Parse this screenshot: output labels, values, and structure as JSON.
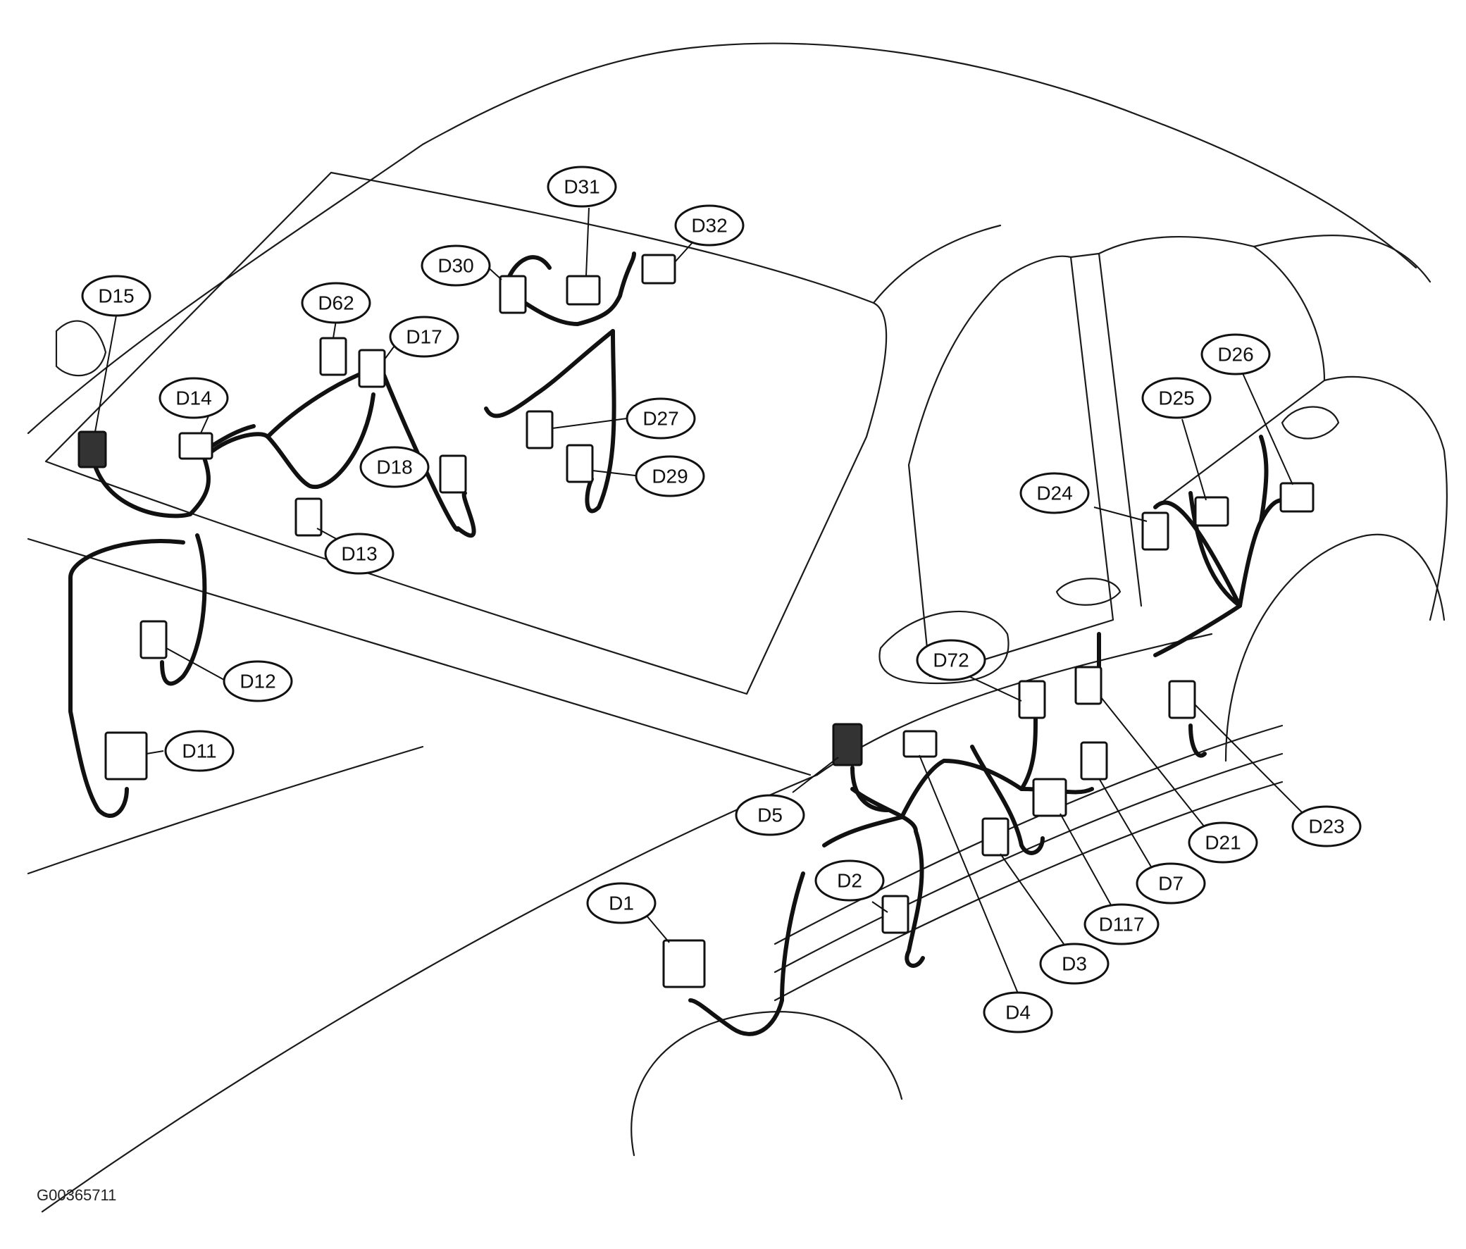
{
  "figure_id": "G00365711",
  "colors": {
    "line": "#111111",
    "background": "#ffffff",
    "dark_connector": "#333333"
  },
  "callouts": [
    {
      "id": "d15",
      "label": "D15"
    },
    {
      "id": "d14",
      "label": "D14"
    },
    {
      "id": "d62",
      "label": "D62"
    },
    {
      "id": "d17",
      "label": "D17"
    },
    {
      "id": "d18",
      "label": "D18"
    },
    {
      "id": "d13",
      "label": "D13"
    },
    {
      "id": "d12",
      "label": "D12"
    },
    {
      "id": "d11",
      "label": "D11"
    },
    {
      "id": "d30",
      "label": "D30"
    },
    {
      "id": "d31",
      "label": "D31"
    },
    {
      "id": "d32",
      "label": "D32"
    },
    {
      "id": "d27",
      "label": "D27"
    },
    {
      "id": "d29",
      "label": "D29"
    },
    {
      "id": "d24",
      "label": "D24"
    },
    {
      "id": "d25",
      "label": "D25"
    },
    {
      "id": "d26",
      "label": "D26"
    },
    {
      "id": "d72",
      "label": "D72"
    },
    {
      "id": "d5",
      "label": "D5"
    },
    {
      "id": "d2",
      "label": "D2"
    },
    {
      "id": "d1",
      "label": "D1"
    },
    {
      "id": "d21",
      "label": "D21"
    },
    {
      "id": "d23",
      "label": "D23"
    },
    {
      "id": "d7",
      "label": "D7"
    },
    {
      "id": "d117",
      "label": "D117"
    },
    {
      "id": "d3",
      "label": "D3"
    },
    {
      "id": "d4",
      "label": "D4"
    }
  ]
}
